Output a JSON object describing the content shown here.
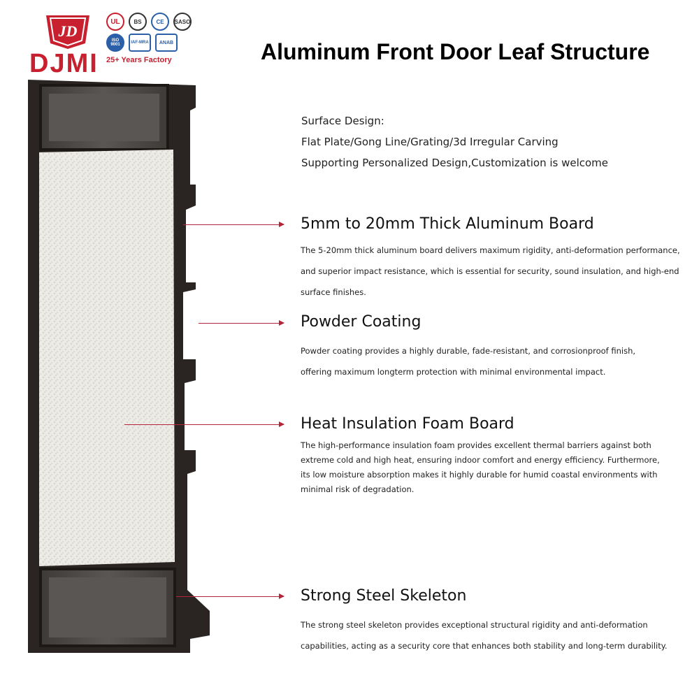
{
  "brand": {
    "name": "DJMI",
    "tagline": "25+ Years Factory",
    "certifications_row1": [
      "UL",
      "BS",
      "CE",
      "SASO"
    ],
    "certifications_row2": [
      "ISO 9001",
      "IAF-MRA",
      "ANAB"
    ],
    "accent_color": "#c8202f"
  },
  "page": {
    "title": "Aluminum Front Door Leaf Structure"
  },
  "surface": {
    "heading": "Surface Design:",
    "options": "Flat Plate/Gong Line/Grating/3d Irregular Carving",
    "note": "Supporting Personalized Design,Customization is welcome"
  },
  "features": [
    {
      "title": "5mm to 20mm Thick Aluminum Board",
      "description": "The 5-20mm thick aluminum board delivers maximum rigidity, anti-deformation performance, and superior impact resistance, which is essential for security, sound insulation, and high-end surface finishes."
    },
    {
      "title": "Powder Coating",
      "description": "Powder coating provides a highly durable, fade-resistant, and corrosionproof finish, offering maximum longterm protection with minimal environmental impact."
    },
    {
      "title": "Heat Insulation Foam Board",
      "description": "The high-performance insulation foam provides excellent thermal barriers against both extreme cold and high heat, ensuring indoor comfort and energy efficiency. Furthermore, its low moisture absorption makes it highly durable for humid coastal environments with minimal risk of degradation."
    },
    {
      "title": "Strong Steel Skeleton",
      "description": "The strong steel skeleton provides exceptional structural rigidity and anti-deformation capabilities, acting as a security core that enhances both stability and long-term durability."
    }
  ],
  "colors": {
    "pointer": "#b3263a",
    "frame": "#2a2422",
    "steel": "#4a4644",
    "foam": "#ecebe6"
  },
  "icons": [
    "djmi-logo-icon",
    "door-cross-section-illustration",
    "arrow-right-icon"
  ]
}
